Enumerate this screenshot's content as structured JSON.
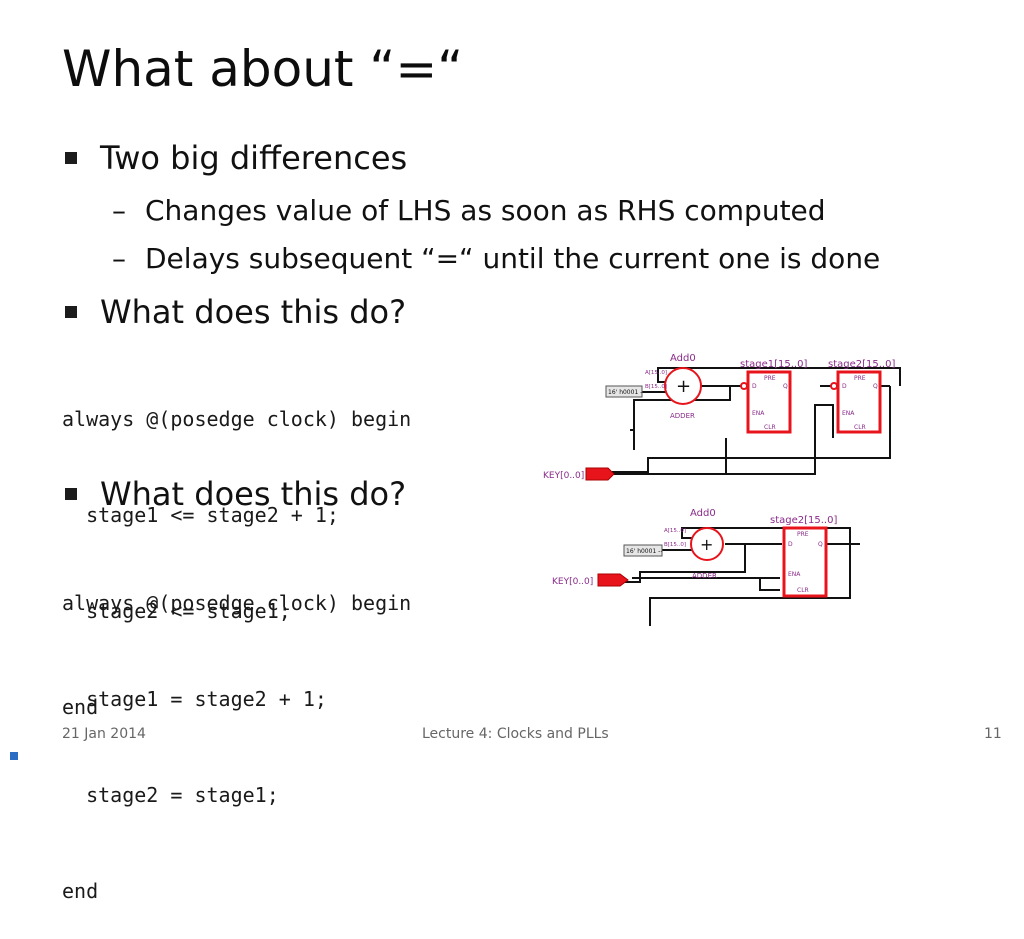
{
  "slide": {
    "title": "What about “=“",
    "bullets": {
      "b1": "Two big differences",
      "b1_sub1": "Changes value of LHS as soon as RHS computed",
      "b1_sub2": "Delays subsequent “=“ until the current one is done",
      "b2": "What does this do?",
      "b3": "What does this do?"
    },
    "code1": [
      "always @(posedge clock) begin",
      "  stage1 <= stage2 + 1;",
      "  stage2 <= stage1;",
      "end"
    ],
    "code2": [
      "always @(posedge clock) begin",
      "  stage1 = stage2 + 1;",
      "  stage2 = stage1;",
      "end"
    ],
    "dash": "–"
  },
  "diagram1": {
    "adder_name": "Add0",
    "adder_type": "ADDER",
    "adder_symbol": "+",
    "port_a": "A[15..0]",
    "port_b": "B[15..0]",
    "const": "16' h0001 --",
    "reg1": "stage1[15..0]",
    "reg2": "stage2[15..0]",
    "pre": "PRE",
    "d": "D",
    "q": "Q",
    "ena": "ENA",
    "clr": "CLR",
    "key": "KEY[0..0]"
  },
  "diagram2": {
    "adder_name": "Add0",
    "adder_type": "ADDER",
    "adder_symbol": "+",
    "port_a": "A[15..0]",
    "port_b": "B[15..0]",
    "const": "16' h0001 --",
    "reg": "stage2[15..0]",
    "pre": "PRE",
    "d": "D",
    "q": "Q",
    "ena": "ENA",
    "clr": "CLR",
    "key": "KEY[0..0]"
  },
  "footer": {
    "date": "21 Jan 2014",
    "lecture": "Lecture 4: Clocks and PLLs",
    "page": "11"
  },
  "colors": {
    "accent": "#2b6cc4",
    "schematic_red": "#e8141c",
    "schematic_label": "#8a2b8a",
    "footer_text": "#666666"
  }
}
